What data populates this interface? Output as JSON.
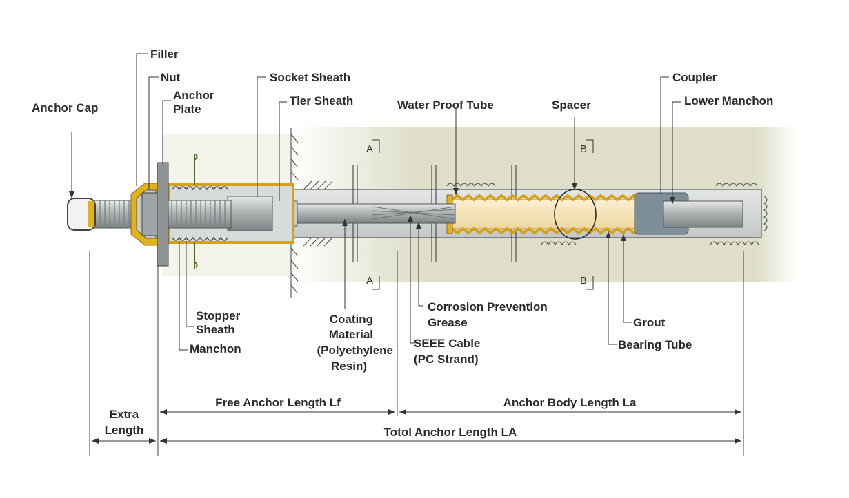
{
  "labels": {
    "filler": "Filler",
    "nut": "Nut",
    "anchor_plate_1": "Anchor",
    "anchor_plate_2": "Plate",
    "anchor_cap": "Anchor Cap",
    "socket_sheath": "Socket Sheath",
    "tier_sheath": "Tier Sheath",
    "water_proof_tube": "Water Proof Tube",
    "spacer": "Spacer",
    "coupler": "Coupler",
    "lower_manchon": "Lower Manchon",
    "stopper_sheath_1": "Stopper",
    "stopper_sheath_2": "Sheath",
    "manchon": "Manchon",
    "coating_1": "Coating",
    "coating_2": "Material",
    "coating_3": "(Polyethylene",
    "coating_4": "Resin)",
    "corrosion_1": "Corrosion Prevention",
    "corrosion_2": "Grease",
    "cable_1": "SEEE Cable",
    "cable_2": "(PC Strand)",
    "grout": "Grout",
    "bearing_tube": "Bearing Tube"
  },
  "sections": {
    "a": "A",
    "b": "B"
  },
  "dimensions": {
    "extra_1": "Extra",
    "extra_2": "Length",
    "free": "Free Anchor Length Lf",
    "body": "Anchor Body Length La",
    "total": "Totol Anchor Length LA"
  },
  "colors": {
    "ground": "#d7d8bf",
    "steel": "#a9aeaf",
    "yellow": "#e2b21a",
    "grout_fill": "#f6e2b5",
    "outer_tube": "#cfd3d4",
    "coupler": "#7d8f99"
  }
}
